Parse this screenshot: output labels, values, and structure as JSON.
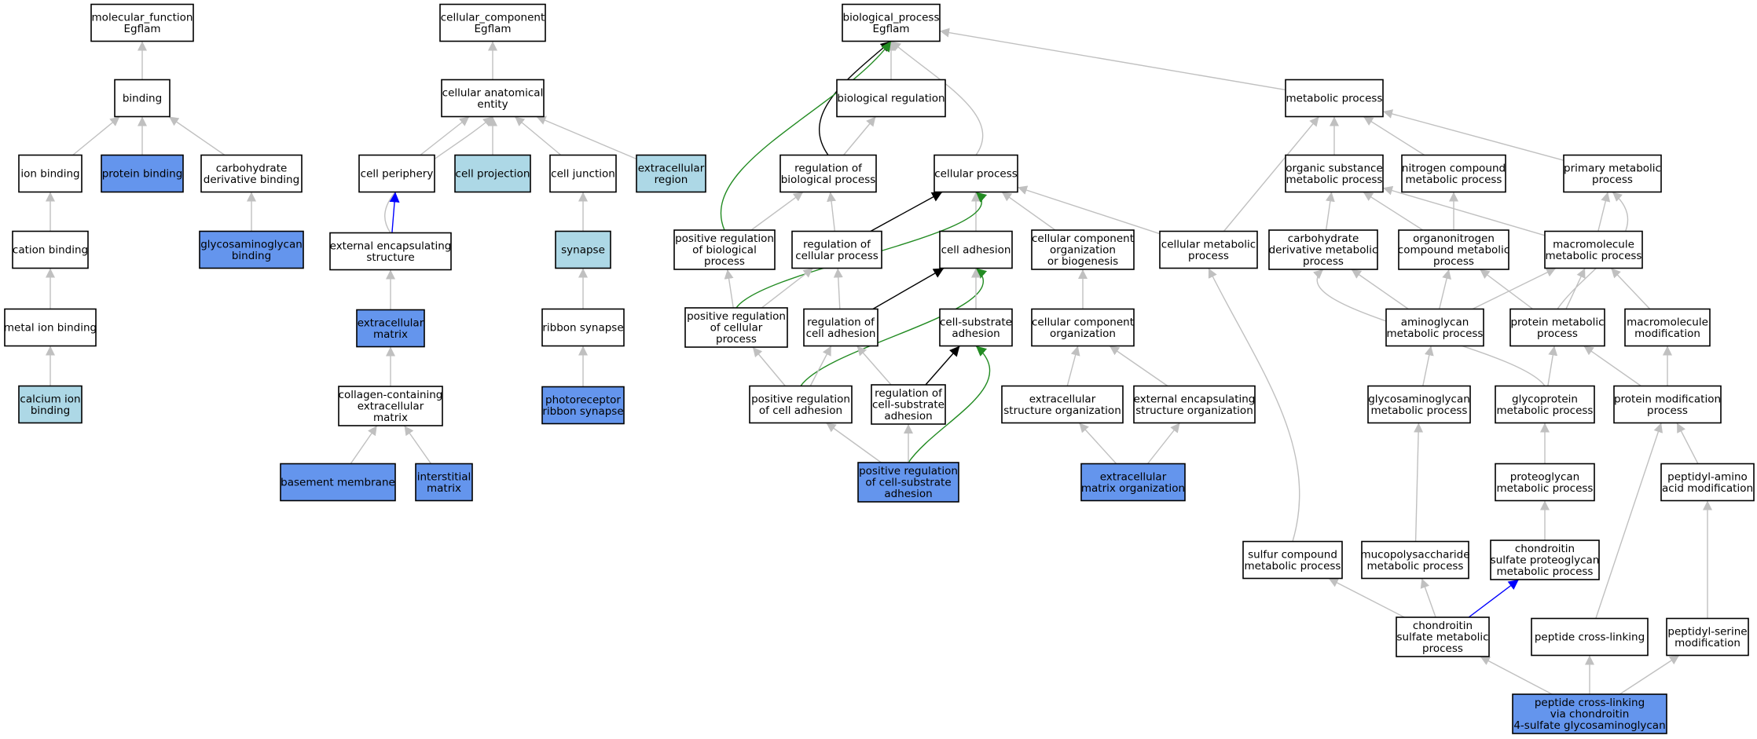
{
  "colors": {
    "white": "#ffffff",
    "dark_blue": "#6495ed",
    "light_blue": "#add8e6",
    "gray": "#c0c0c0",
    "black": "#000000",
    "green": "#228b22",
    "blue": "#0000ff"
  },
  "nodes": [
    {
      "id": "mf",
      "lines": [
        "molecular_function",
        "Egflam"
      ],
      "fill": "white"
    },
    {
      "id": "binding",
      "lines": [
        "binding"
      ],
      "fill": "white"
    },
    {
      "id": "ionb",
      "lines": [
        "ion binding"
      ],
      "fill": "white"
    },
    {
      "id": "protb",
      "lines": [
        "protein binding"
      ],
      "fill": "dark_blue"
    },
    {
      "id": "carbdb",
      "lines": [
        "carbohydrate",
        "derivative binding"
      ],
      "fill": "white"
    },
    {
      "id": "cationb",
      "lines": [
        "cation binding"
      ],
      "fill": "white"
    },
    {
      "id": "gagb",
      "lines": [
        "glycosaminoglycan",
        "binding"
      ],
      "fill": "dark_blue"
    },
    {
      "id": "metalb",
      "lines": [
        "metal ion binding"
      ],
      "fill": "white"
    },
    {
      "id": "calcb",
      "lines": [
        "calcium ion",
        "binding"
      ],
      "fill": "light_blue"
    },
    {
      "id": "cc",
      "lines": [
        "cellular_component",
        "Egflam"
      ],
      "fill": "white"
    },
    {
      "id": "cae",
      "lines": [
        "cellular anatomical",
        "entity"
      ],
      "fill": "white"
    },
    {
      "id": "cper",
      "lines": [
        "cell periphery"
      ],
      "fill": "white"
    },
    {
      "id": "cproj",
      "lines": [
        "cell projection"
      ],
      "fill": "light_blue"
    },
    {
      "id": "cjunc",
      "lines": [
        "cell junction"
      ],
      "fill": "white"
    },
    {
      "id": "exreg",
      "lines": [
        "extracellular",
        "region"
      ],
      "fill": "light_blue"
    },
    {
      "id": "extenc",
      "lines": [
        "external encapsulating",
        "structure"
      ],
      "fill": "white"
    },
    {
      "id": "synapse",
      "lines": [
        "synapse"
      ],
      "fill": "light_blue"
    },
    {
      "id": "ecm",
      "lines": [
        "extracellular",
        "matrix"
      ],
      "fill": "dark_blue"
    },
    {
      "id": "ribbon",
      "lines": [
        "ribbon synapse"
      ],
      "fill": "white"
    },
    {
      "id": "collagen",
      "lines": [
        "collagen-containing",
        "extracellular",
        "matrix"
      ],
      "fill": "white"
    },
    {
      "id": "photo",
      "lines": [
        "photoreceptor",
        "ribbon synapse"
      ],
      "fill": "dark_blue"
    },
    {
      "id": "basement",
      "lines": [
        "basement membrane"
      ],
      "fill": "dark_blue"
    },
    {
      "id": "intmat",
      "lines": [
        "interstitial",
        "matrix"
      ],
      "fill": "dark_blue"
    },
    {
      "id": "bp",
      "lines": [
        "biological_process",
        "Egflam"
      ],
      "fill": "white"
    },
    {
      "id": "bioreg",
      "lines": [
        "biological regulation"
      ],
      "fill": "white"
    },
    {
      "id": "metab",
      "lines": [
        "metabolic process"
      ],
      "fill": "white"
    },
    {
      "id": "regbp",
      "lines": [
        "regulation of",
        "biological process"
      ],
      "fill": "white"
    },
    {
      "id": "cellp",
      "lines": [
        "cellular process"
      ],
      "fill": "white"
    },
    {
      "id": "orgsub",
      "lines": [
        "organic substance",
        "metabolic process"
      ],
      "fill": "white"
    },
    {
      "id": "nitro",
      "lines": [
        "nitrogen compound",
        "metabolic process"
      ],
      "fill": "white"
    },
    {
      "id": "primary",
      "lines": [
        "primary metabolic",
        "process"
      ],
      "fill": "white"
    },
    {
      "id": "posregbp",
      "lines": [
        "positive regulation",
        "of biological",
        "process"
      ],
      "fill": "white"
    },
    {
      "id": "regcp",
      "lines": [
        "regulation of",
        "cellular process"
      ],
      "fill": "white"
    },
    {
      "id": "celladh",
      "lines": [
        "cell adhesion"
      ],
      "fill": "white"
    },
    {
      "id": "ccorgbio",
      "lines": [
        "cellular component",
        "organization",
        "or biogenesis"
      ],
      "fill": "white"
    },
    {
      "id": "cellmet",
      "lines": [
        "cellular metabolic",
        "process"
      ],
      "fill": "white"
    },
    {
      "id": "carbdmp",
      "lines": [
        "carbohydrate",
        "derivative metabolic",
        "process"
      ],
      "fill": "white"
    },
    {
      "id": "organonit",
      "lines": [
        "organonitrogen",
        "compound metabolic",
        "process"
      ],
      "fill": "white"
    },
    {
      "id": "macromet",
      "lines": [
        "macromolecule",
        "metabolic process"
      ],
      "fill": "white"
    },
    {
      "id": "posregcp",
      "lines": [
        "positive regulation",
        "of cellular",
        "process"
      ],
      "fill": "white"
    },
    {
      "id": "regca",
      "lines": [
        "regulation of",
        "cell adhesion"
      ],
      "fill": "white"
    },
    {
      "id": "csadh",
      "lines": [
        "cell-substrate",
        "adhesion"
      ],
      "fill": "white"
    },
    {
      "id": "ccorg",
      "lines": [
        "cellular component",
        "organization"
      ],
      "fill": "white"
    },
    {
      "id": "amgmp",
      "lines": [
        "aminoglycan",
        "metabolic process"
      ],
      "fill": "white"
    },
    {
      "id": "protmp",
      "lines": [
        "protein metabolic",
        "process"
      ],
      "fill": "white"
    },
    {
      "id": "macromod",
      "lines": [
        "macromolecule",
        "modification"
      ],
      "fill": "white"
    },
    {
      "id": "posregca",
      "lines": [
        "positive regulation",
        "of cell adhesion"
      ],
      "fill": "white"
    },
    {
      "id": "regcsa",
      "lines": [
        "regulation of",
        "cell-substrate",
        "adhesion"
      ],
      "fill": "white"
    },
    {
      "id": "exso",
      "lines": [
        "extracellular",
        "structure organization"
      ],
      "fill": "white"
    },
    {
      "id": "extenco",
      "lines": [
        "external encapsulating",
        "structure organization"
      ],
      "fill": "white"
    },
    {
      "id": "gagmp",
      "lines": [
        "glycosaminoglycan",
        "metabolic process"
      ],
      "fill": "white"
    },
    {
      "id": "glycomp",
      "lines": [
        "glycoprotein",
        "metabolic process"
      ],
      "fill": "white"
    },
    {
      "id": "protmod",
      "lines": [
        "protein modification",
        "process"
      ],
      "fill": "white"
    },
    {
      "id": "posregcsa",
      "lines": [
        "positive regulation",
        "of cell-substrate",
        "adhesion"
      ],
      "fill": "dark_blue"
    },
    {
      "id": "ecmorg",
      "lines": [
        "extracellular",
        "matrix organization"
      ],
      "fill": "dark_blue"
    },
    {
      "id": "proteomp",
      "lines": [
        "proteoglycan",
        "metabolic process"
      ],
      "fill": "white"
    },
    {
      "id": "peptaa",
      "lines": [
        "peptidyl-amino",
        "acid modification"
      ],
      "fill": "white"
    },
    {
      "id": "sulfur",
      "lines": [
        "sulfur compound",
        "metabolic process"
      ],
      "fill": "white"
    },
    {
      "id": "mucopoly",
      "lines": [
        "mucopolysaccharide",
        "metabolic process"
      ],
      "fill": "white"
    },
    {
      "id": "csproteo",
      "lines": [
        "chondroitin",
        "sulfate proteoglycan",
        "metabolic process"
      ],
      "fill": "white"
    },
    {
      "id": "csmp",
      "lines": [
        "chondroitin",
        "sulfate metabolic",
        "process"
      ],
      "fill": "white"
    },
    {
      "id": "peptcl",
      "lines": [
        "peptide cross-linking"
      ],
      "fill": "white"
    },
    {
      "id": "peptser",
      "lines": [
        "peptidyl-serine",
        "modification"
      ],
      "fill": "white"
    },
    {
      "id": "pcl4s",
      "lines": [
        "peptide cross-linking",
        "via chondroitin",
        "4-sulfate glycosaminoglycan"
      ],
      "fill": "dark_blue"
    }
  ],
  "edges": [
    {
      "from": "binding",
      "to": "mf",
      "color": "gray"
    },
    {
      "from": "ionb",
      "to": "binding",
      "color": "gray"
    },
    {
      "from": "protb",
      "to": "binding",
      "color": "gray"
    },
    {
      "from": "carbdb",
      "to": "binding",
      "color": "gray"
    },
    {
      "from": "cationb",
      "to": "ionb",
      "color": "gray"
    },
    {
      "from": "gagb",
      "to": "carbdb",
      "color": "gray"
    },
    {
      "from": "metalb",
      "to": "cationb",
      "color": "gray"
    },
    {
      "from": "calcb",
      "to": "metalb",
      "color": "gray"
    },
    {
      "from": "cae",
      "to": "cc",
      "color": "gray"
    },
    {
      "from": "cper",
      "to": "cae",
      "color": "gray"
    },
    {
      "from": "cproj",
      "to": "cae",
      "color": "gray"
    },
    {
      "from": "cjunc",
      "to": "cae",
      "color": "gray"
    },
    {
      "from": "exreg",
      "to": "cae",
      "color": "gray"
    },
    {
      "from": "extenc",
      "to": "cae",
      "color": "gray",
      "curve": "left"
    },
    {
      "from": "extenc",
      "to": "cper",
      "color": "blue"
    },
    {
      "from": "synapse",
      "to": "cjunc",
      "color": "gray"
    },
    {
      "from": "ecm",
      "to": "extenc",
      "color": "gray"
    },
    {
      "from": "ribbon",
      "to": "synapse",
      "color": "gray"
    },
    {
      "from": "collagen",
      "to": "ecm",
      "color": "gray"
    },
    {
      "from": "photo",
      "to": "ribbon",
      "color": "gray"
    },
    {
      "from": "basement",
      "to": "collagen",
      "color": "gray"
    },
    {
      "from": "intmat",
      "to": "collagen",
      "color": "gray"
    },
    {
      "from": "bioreg",
      "to": "bp",
      "color": "gray"
    },
    {
      "from": "metab",
      "to": "bp",
      "color": "gray"
    },
    {
      "from": "regbp",
      "to": "bp",
      "color": "black",
      "curve": "left"
    },
    {
      "from": "cellp",
      "to": "bp",
      "color": "gray",
      "curve": "right"
    },
    {
      "from": "posregbp",
      "to": "bp",
      "color": "green",
      "curve": "left"
    },
    {
      "from": "regbp",
      "to": "bioreg",
      "color": "gray"
    },
    {
      "from": "orgsub",
      "to": "metab",
      "color": "gray"
    },
    {
      "from": "nitro",
      "to": "metab",
      "color": "gray"
    },
    {
      "from": "primary",
      "to": "metab",
      "color": "gray"
    },
    {
      "from": "cellmet",
      "to": "metab",
      "color": "gray"
    },
    {
      "from": "posregbp",
      "to": "regbp",
      "color": "gray"
    },
    {
      "from": "regcp",
      "to": "regbp",
      "color": "gray"
    },
    {
      "from": "regcp",
      "to": "cellp",
      "color": "black"
    },
    {
      "from": "celladh",
      "to": "cellp",
      "color": "gray"
    },
    {
      "from": "ccorgbio",
      "to": "cellp",
      "color": "gray"
    },
    {
      "from": "cellmet",
      "to": "cellp",
      "color": "gray"
    },
    {
      "from": "posregcp",
      "to": "cellp",
      "color": "green",
      "curve": "right"
    },
    {
      "from": "carbdmp",
      "to": "orgsub",
      "color": "gray"
    },
    {
      "from": "organonit",
      "to": "orgsub",
      "color": "gray"
    },
    {
      "from": "macromet",
      "to": "orgsub",
      "color": "gray"
    },
    {
      "from": "organonit",
      "to": "nitro",
      "color": "gray"
    },
    {
      "from": "macromet",
      "to": "primary",
      "color": "gray"
    },
    {
      "from": "posregcp",
      "to": "posregbp",
      "color": "gray"
    },
    {
      "from": "posregcp",
      "to": "regcp",
      "color": "gray"
    },
    {
      "from": "regca",
      "to": "regcp",
      "color": "gray"
    },
    {
      "from": "regca",
      "to": "celladh",
      "color": "black"
    },
    {
      "from": "posregca",
      "to": "celladh",
      "color": "green",
      "curve": "right"
    },
    {
      "from": "csadh",
      "to": "celladh",
      "color": "gray"
    },
    {
      "from": "ccorg",
      "to": "ccorgbio",
      "color": "gray"
    },
    {
      "from": "amgmp",
      "to": "carbdmp",
      "color": "gray"
    },
    {
      "from": "amgmp",
      "to": "macromet",
      "color": "gray"
    },
    {
      "from": "amgmp",
      "to": "organonit",
      "color": "gray"
    },
    {
      "from": "protmp",
      "to": "macromet",
      "color": "gray"
    },
    {
      "from": "protmp",
      "to": "organonit",
      "color": "gray"
    },
    {
      "from": "protmp",
      "to": "primary",
      "color": "gray",
      "curve": "right"
    },
    {
      "from": "macromod",
      "to": "macromet",
      "color": "gray"
    },
    {
      "from": "posregca",
      "to": "posregcp",
      "color": "gray"
    },
    {
      "from": "posregca",
      "to": "regca",
      "color": "gray"
    },
    {
      "from": "regcsa",
      "to": "regca",
      "color": "gray"
    },
    {
      "from": "regcsa",
      "to": "csadh",
      "color": "black"
    },
    {
      "from": "posregcsa",
      "to": "csadh",
      "color": "green",
      "curve": "right"
    },
    {
      "from": "exso",
      "to": "ccorg",
      "color": "gray"
    },
    {
      "from": "extenco",
      "to": "ccorg",
      "color": "gray"
    },
    {
      "from": "gagmp",
      "to": "amgmp",
      "color": "gray"
    },
    {
      "from": "glycomp",
      "to": "protmp",
      "color": "gray"
    },
    {
      "from": "glycomp",
      "to": "carbdmp",
      "color": "gray",
      "curve": "left"
    },
    {
      "from": "protmod",
      "to": "protmp",
      "color": "gray"
    },
    {
      "from": "protmod",
      "to": "macromod",
      "color": "gray"
    },
    {
      "from": "posregcsa",
      "to": "posregca",
      "color": "gray"
    },
    {
      "from": "posregcsa",
      "to": "regcsa",
      "color": "gray"
    },
    {
      "from": "ecmorg",
      "to": "exso",
      "color": "gray"
    },
    {
      "from": "ecmorg",
      "to": "extenco",
      "color": "gray"
    },
    {
      "from": "proteomp",
      "to": "glycomp",
      "color": "gray"
    },
    {
      "from": "peptaa",
      "to": "protmod",
      "color": "gray"
    },
    {
      "from": "sulfur",
      "to": "cellmet",
      "color": "gray",
      "curve": "right"
    },
    {
      "from": "mucopoly",
      "to": "gagmp",
      "color": "gray"
    },
    {
      "from": "csproteo",
      "to": "proteomp",
      "color": "gray"
    },
    {
      "from": "csmp",
      "to": "sulfur",
      "color": "gray"
    },
    {
      "from": "csmp",
      "to": "mucopoly",
      "color": "gray"
    },
    {
      "from": "csmp",
      "to": "csproteo",
      "color": "blue"
    },
    {
      "from": "peptcl",
      "to": "protmod",
      "color": "gray"
    },
    {
      "from": "peptser",
      "to": "peptaa",
      "color": "gray"
    },
    {
      "from": "pcl4s",
      "to": "csmp",
      "color": "gray"
    },
    {
      "from": "pcl4s",
      "to": "peptcl",
      "color": "gray"
    },
    {
      "from": "pcl4s",
      "to": "peptser",
      "color": "gray"
    }
  ]
}
